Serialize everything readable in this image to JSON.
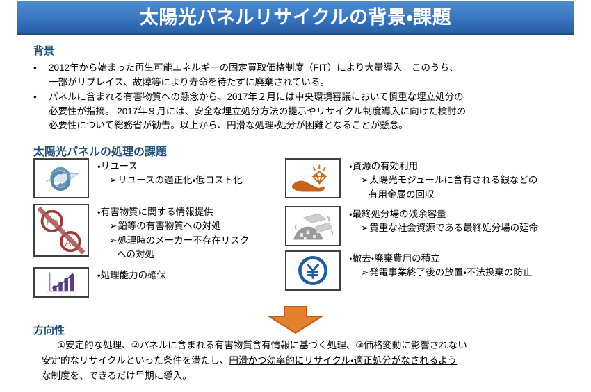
{
  "slide": {
    "title": "太陽光パネルリサイクルの背景・課題",
    "accent_blue": "#1f4e79",
    "title_bar_blue": "#2f6bb4",
    "accent_orange": "#d2691e"
  },
  "background": {
    "heading": "背景",
    "bullet_marker": "•",
    "items": [
      {
        "lines": [
          "2012年から始まった再生可能エネルギーの固定買取価格制度（FIT）により大量導入。このうち、",
          "一部がリプレイス、故障等により寿命を待たずに廃棄されている。"
        ]
      },
      {
        "lines": [
          "パネルに含まれる有害物質への懸念から、2017年２月には中央環境審議において慎重な埋立処分の",
          "必要性が指摘。 2017年９月には、安全な埋立処分方法の提示やリサイクル制度導入に向けた検討の",
          "必要性について総務省が勧告。以上から、円滑な処理・処分が困難となることが懸念。"
        ]
      }
    ]
  },
  "issues": {
    "heading": "太陽光パネルの処理の課題",
    "bullet_dot": "・",
    "sub_arrow": "➢",
    "left_items": [
      {
        "icon": "panel-recycle-icon",
        "title": "・リユース",
        "subs": [
          "リユースの適正化・低コスト化"
        ],
        "sub_cont": ""
      },
      {
        "icon": "hazardous-pb-as-icon",
        "title": "・有害物質に関する情報提供",
        "subs": [
          "鉛等の有害物質への対処",
          "処理時のメーカー不存在リスク"
        ],
        "sub_cont": "への対処"
      },
      {
        "icon": "bar-chart-growth-icon",
        "title": "・処理能力の確保",
        "subs": [],
        "sub_cont": ""
      }
    ],
    "right_items": [
      {
        "icon": "hand-gem-icon",
        "title": "・資源の有効利用",
        "subs": [
          "太陽光モジュールに含有される銀などの"
        ],
        "sub_cont": "有用金属の回収"
      },
      {
        "icon": "waste-pile-icon",
        "title": "・最終処分場の残余容量",
        "subs": [
          "貴重な社会資源である最終処分場の延命"
        ],
        "sub_cont": ""
      },
      {
        "icon": "yen-circle-icon",
        "title": "・撤去・廃棄費用の積立",
        "subs": [
          "発電事業終了後の放置・不法投棄の防止"
        ],
        "sub_cont": ""
      }
    ]
  },
  "direction": {
    "heading": "方向性",
    "line1": "①安定的な処理、②パネルに含まれる有害物質含有情報に基づく処理、③価格変動に影響されない",
    "line2_plain": "安定的なリサイクルといった条件を満たし、",
    "line2_underline": "円滑かつ効率的にリサイクル・適正処分がなされるよう",
    "line3_underline": "な制度を、できるだけ早期に導入",
    "line3_plain": "。"
  },
  "arrow": {
    "name": "down-arrow",
    "fill": "#e2802c",
    "stroke": "#c05a18"
  }
}
